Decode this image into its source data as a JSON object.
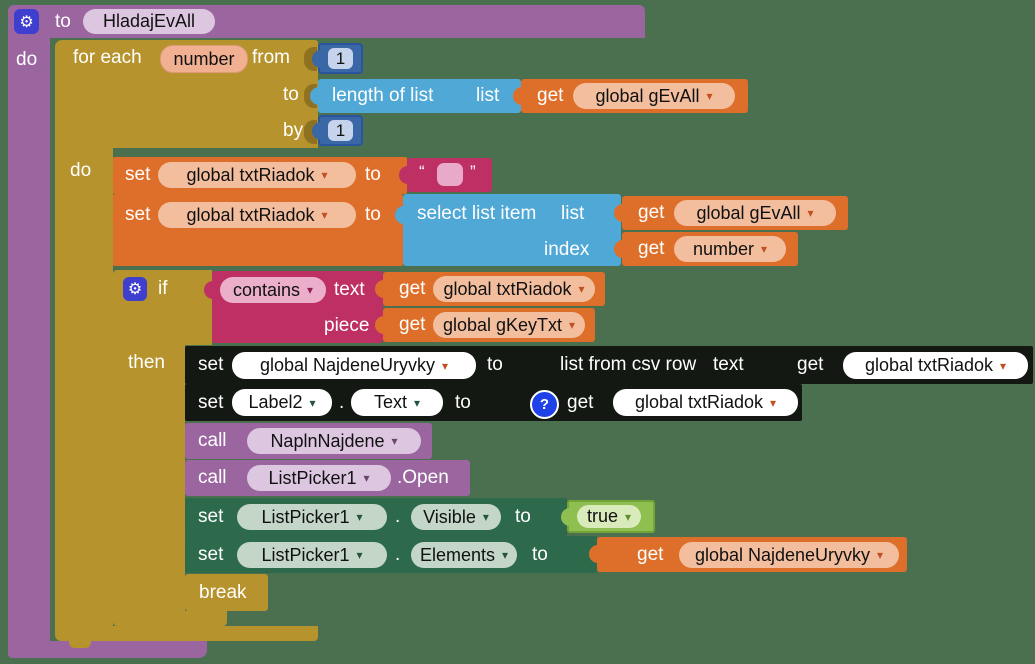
{
  "colors": {
    "background": "#4A7050",
    "procedure_purple": "#9B66A0",
    "control_gold": "#B6932C",
    "math_blue": "#3A67A5",
    "list_cyan": "#4FA8D5",
    "variable_orange": "#DE6F2A",
    "text_magenta": "#BE2F63",
    "setter_green": "#2D6A4B",
    "logic_green": "#8EBF50",
    "dark_block": "#131912"
  },
  "icons": {
    "gear": "⚙",
    "dropdown_arrow": "▾",
    "question_mark": "?"
  },
  "keywords": {
    "to": "to",
    "do": "do",
    "set": "set",
    "get": "get",
    "call": "call",
    "if": "if",
    "then": "then",
    "from": "from",
    "by": "by",
    "for_each": "for each",
    "break": "break",
    "dot": "."
  },
  "procedure": {
    "name": "HladajEvAll"
  },
  "for_loop": {
    "var_name": "number",
    "from_value": "1",
    "by_value": "1"
  },
  "list_blocks": {
    "length_of_list": "length of list",
    "list_param": "list",
    "select_list_item": "select list item",
    "index_param": "index",
    "list_from_csv_row": "list from csv row"
  },
  "text_blocks": {
    "contains": "contains",
    "text_param": "text",
    "piece_param": "piece",
    "open_quote": "“",
    "close_quote": "”"
  },
  "variables": {
    "g_ev_all": "global gEvAll",
    "txt_riadok": "global txtRiadok",
    "g_key_txt": "global gKeyTxt",
    "najdene_uryvky": "global NajdeneUryvky",
    "number": "number"
  },
  "components": {
    "label2": "Label2",
    "text_property": "Text",
    "list_picker": "ListPicker1",
    "open_method": ".Open",
    "visible_property": "Visible",
    "elements_property": "Elements"
  },
  "procedures": {
    "napln_najdene": "NaplnNajdene"
  },
  "logic": {
    "true_value": "true"
  }
}
